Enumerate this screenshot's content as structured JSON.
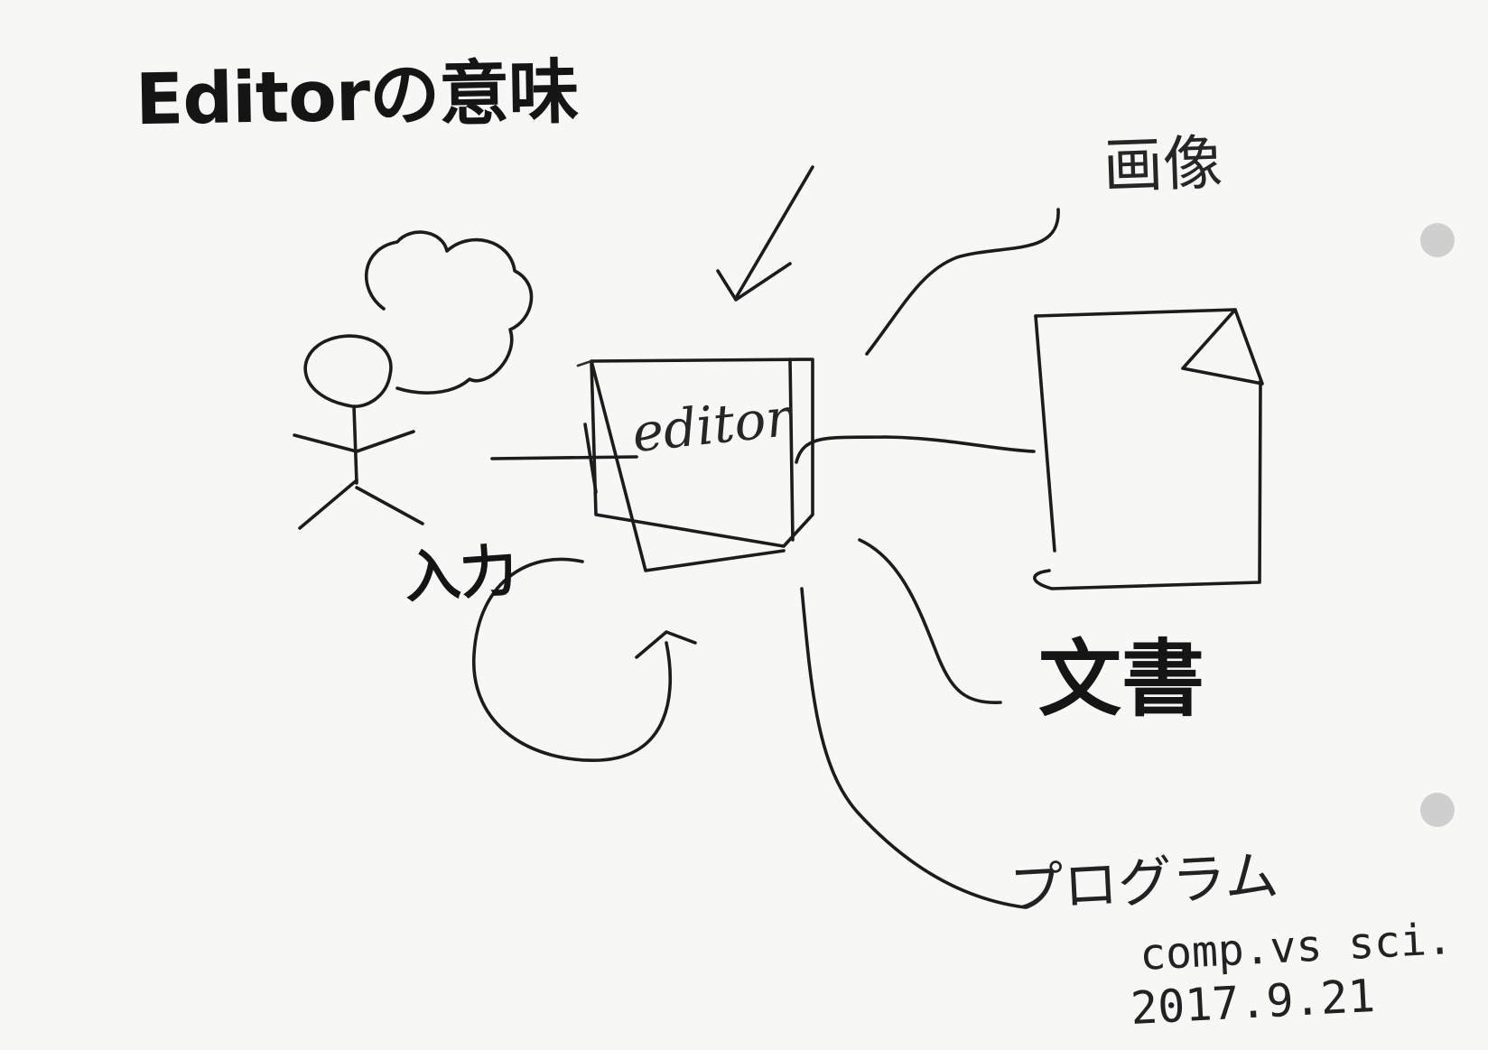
{
  "title": "Editorの意味",
  "editor_box_label": "editor",
  "labels": {
    "input": "入力",
    "image": "画像",
    "document": "文書",
    "program": "プログラム"
  },
  "byline": "comp.vs sci.",
  "date": "2017.9.21"
}
